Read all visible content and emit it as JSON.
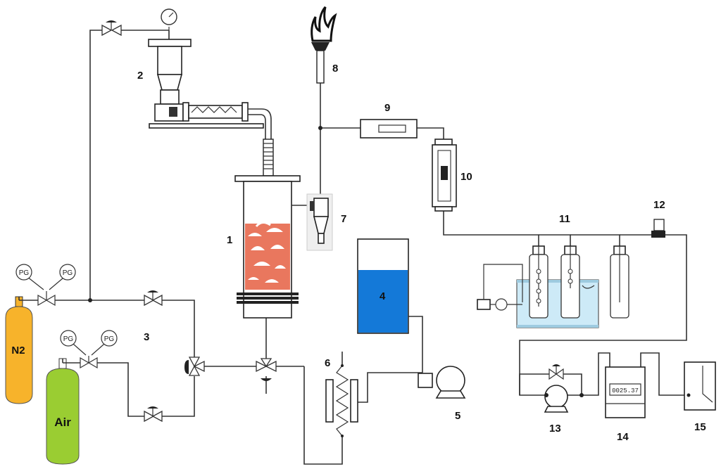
{
  "colors": {
    "n2_cylinder": "#F7B32B",
    "air_cylinder": "#9ACD32",
    "water_tank": "#1479D8",
    "bed": "#E9775E",
    "bath": "#CDEAF7"
  },
  "cylinders": {
    "n2_label": "N2",
    "air_label": "Air",
    "gauge_label": "PG"
  },
  "meter_display": "0025.37",
  "components": {
    "c1": "1",
    "c2": "2",
    "c3": "3",
    "c4": "4",
    "c5": "5",
    "c6": "6",
    "c7": "7",
    "c8": "8",
    "c9": "9",
    "c10": "10",
    "c11": "11",
    "c12": "12",
    "c13": "13",
    "c14": "14",
    "c15": "15"
  }
}
